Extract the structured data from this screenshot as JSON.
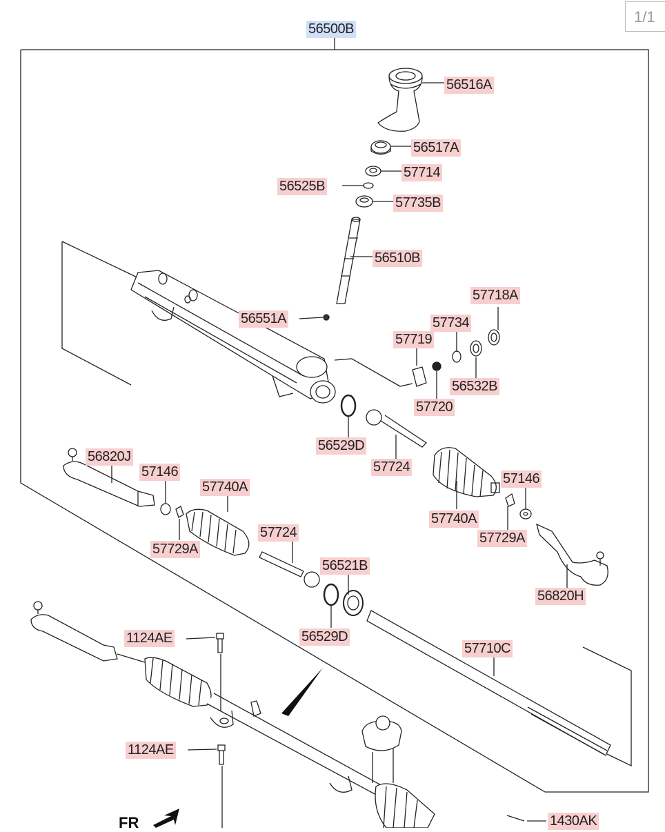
{
  "pager": "1/1",
  "assembly_label": "56500B",
  "direction_label": "FR",
  "labels": {
    "p56516A": "56516A",
    "p56517A": "56517A",
    "p57714": "57714",
    "p56525B": "56525B",
    "p57735B": "57735B",
    "p56510B": "56510B",
    "p57718A": "57718A",
    "p56551A": "56551A",
    "p57734": "57734",
    "p57719": "57719",
    "p56532B": "56532B",
    "p57720": "57720",
    "p56529D_a": "56529D",
    "p57724_a": "57724",
    "p56820J": "56820J",
    "p57146_a": "57146",
    "p57740A_a": "57740A",
    "p57729A_a": "57729A",
    "p57146_b": "57146",
    "p57740A_b": "57740A",
    "p57729A_b": "57729A",
    "p57724_b": "57724",
    "p56521B": "56521B",
    "p56820H": "56820H",
    "p56529D_b": "56529D",
    "p1124AE_a": "1124AE",
    "p57710C": "57710C",
    "p1124AE_b": "1124AE",
    "p1430AK": "1430AK"
  }
}
